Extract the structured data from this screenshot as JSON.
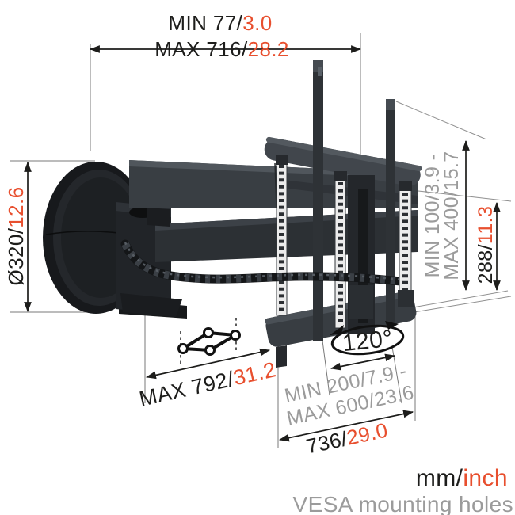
{
  "colors": {
    "accent": "#e84f2e",
    "gray": "#9b9b9b",
    "ink": "#1d1d1b"
  },
  "dimensions": {
    "min_depth": {
      "label": "MIN 77/",
      "inch": "3.0"
    },
    "max_depth": {
      "label": "MAX 716/",
      "inch": "28.2"
    },
    "plate_diameter": {
      "label": "Ø320/",
      "inch": "12.6"
    },
    "vesa_vertical": {
      "line1": "MIN 100/3.9 -",
      "line2": "MAX 400/15.7"
    },
    "bracket_height": {
      "label": "288/",
      "inch": "11.3"
    },
    "max_reach": {
      "label": "MAX 792/",
      "inch": "31.2"
    },
    "swivel_angle": "120°",
    "vesa_horizontal": {
      "line1": "MIN 200/7.9 -",
      "line2": "MAX 600/23.6"
    },
    "bracket_width": {
      "label": "736/",
      "inch": "29.0"
    }
  },
  "footer": {
    "units_mm": "mm/",
    "units_inch": "inch",
    "caption": "VESA mounting holes"
  }
}
